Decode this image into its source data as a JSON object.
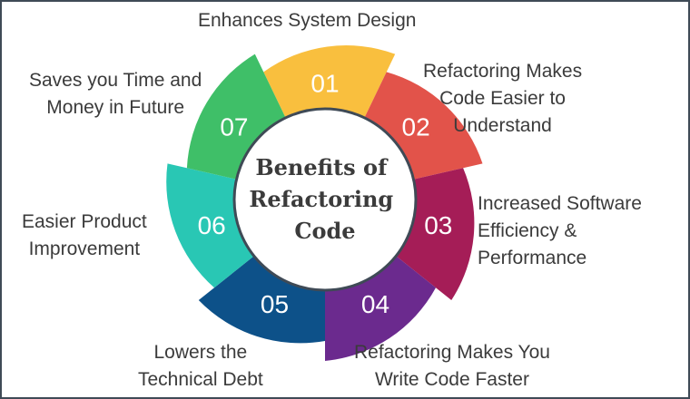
{
  "diagram": {
    "center_title_lines": [
      "Benefits of",
      "Refactoring",
      "Code"
    ],
    "segments": [
      {
        "number": "01",
        "color": "#f9bf3e",
        "label_lines": [
          "Enhances System Design"
        ]
      },
      {
        "number": "02",
        "color": "#e2534a",
        "label_lines": [
          "Refactoring Makes",
          "Code Easier to",
          "Understand"
        ]
      },
      {
        "number": "03",
        "color": "#a51d57",
        "label_lines": [
          "Increased Software",
          "Efficiency &",
          "Performance"
        ]
      },
      {
        "number": "04",
        "color": "#6b2a8e",
        "label_lines": [
          "Refactoring Makes You",
          "Write Code Faster"
        ]
      },
      {
        "number": "05",
        "color": "#0d5189",
        "label_lines": [
          "Lowers the",
          "Technical Debt"
        ]
      },
      {
        "number": "06",
        "color": "#29c7b4",
        "label_lines": [
          "Easier Product",
          "Improvement"
        ]
      },
      {
        "number": "07",
        "color": "#3fbf68",
        "label_lines": [
          "Saves you Time and",
          "Money in Future"
        ]
      }
    ]
  }
}
